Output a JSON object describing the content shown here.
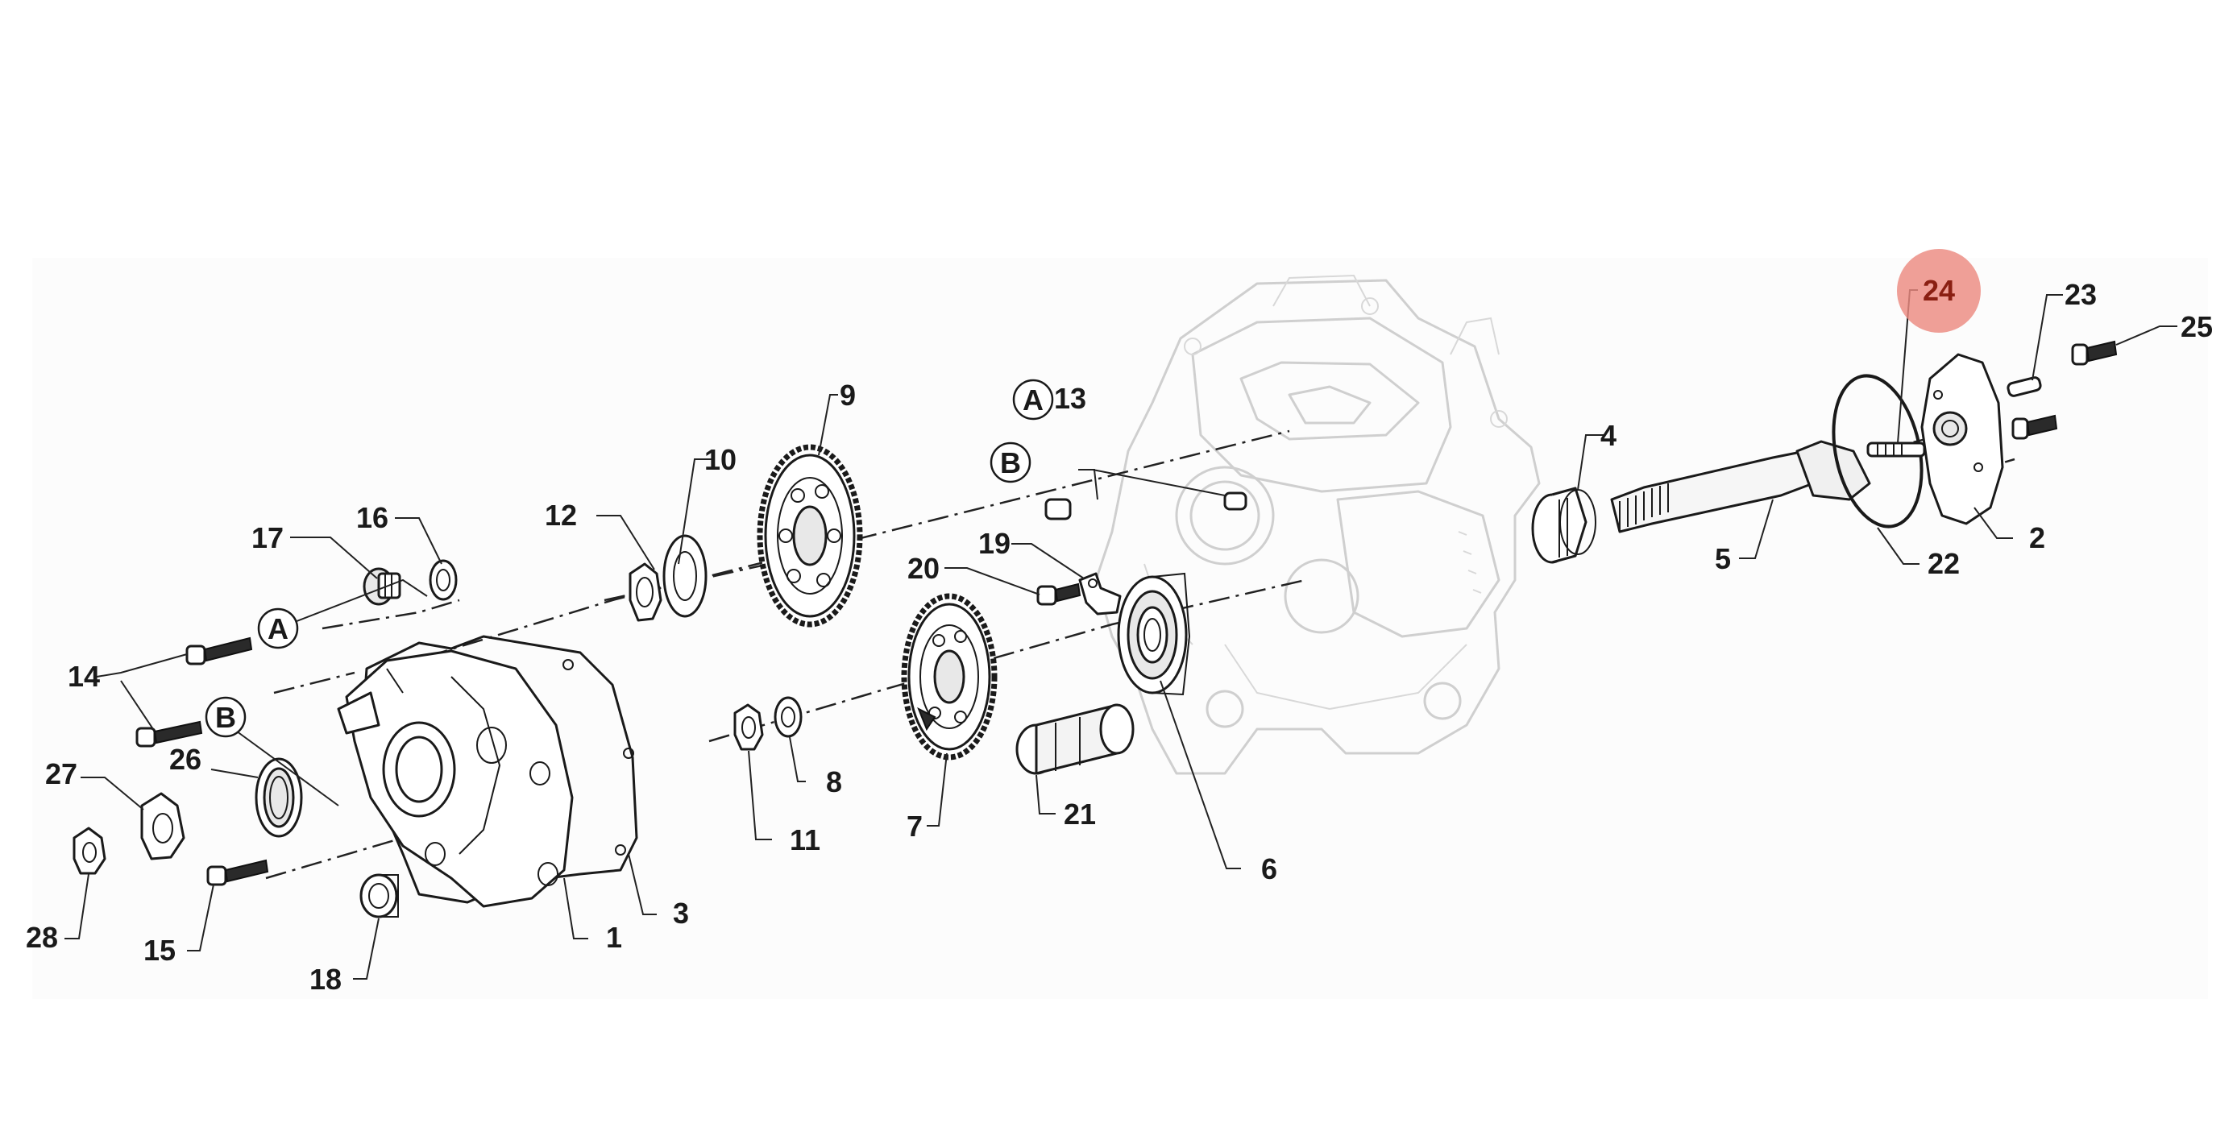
{
  "diagram": {
    "highlighted_callout": "24",
    "callouts": [
      "1",
      "2",
      "3",
      "4",
      "5",
      "6",
      "7",
      "8",
      "9",
      "10",
      "11",
      "12",
      "13",
      "14",
      "15",
      "16",
      "17",
      "18",
      "19",
      "20",
      "21",
      "22",
      "23",
      "24",
      "25",
      "26",
      "27",
      "28"
    ],
    "reference_marks": [
      "A",
      "B"
    ],
    "colors": {
      "highlight": "#ec8a80",
      "highlight_text": "#8a1f12",
      "line": "#1a1a1a",
      "ghost": "#cfcfcf"
    }
  }
}
